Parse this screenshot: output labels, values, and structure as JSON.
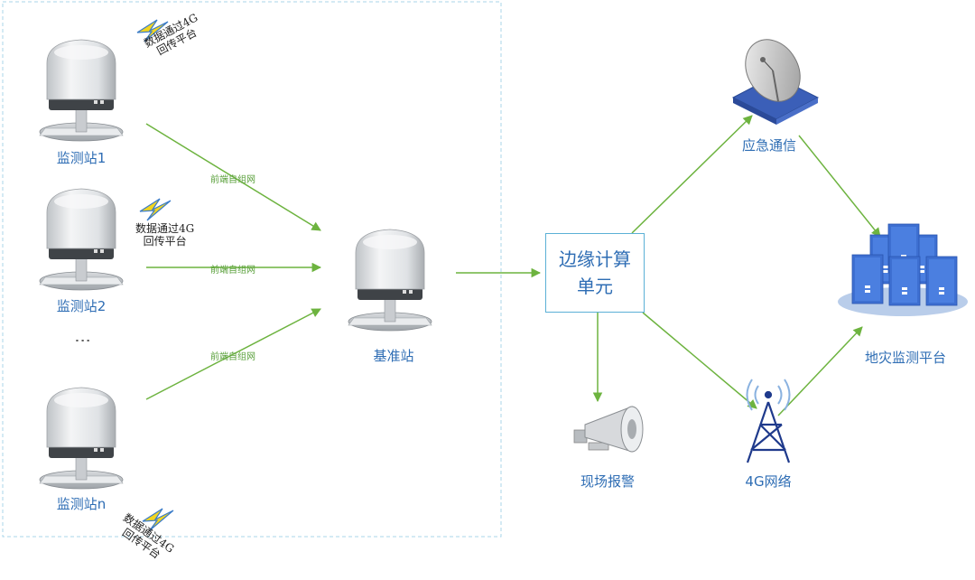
{
  "stations": {
    "s1": "监测站1",
    "s2": "监测站2",
    "sn": "监测站n",
    "ellipsis": "⋮",
    "base": "基准站"
  },
  "bolt_text": {
    "top": [
      "数据通过4G",
      "回传平台"
    ],
    "mid": [
      "数据通过4G",
      "回传平台"
    ],
    "bottom": [
      "数据通过4G",
      "回传平台"
    ]
  },
  "link_label": "前端自组网",
  "edge_unit": [
    "边缘计算",
    "单元"
  ],
  "nodes": {
    "emergency": "应急通信",
    "platform": "地灾监测平台",
    "alarm": "现场报警",
    "network": "4G网络"
  },
  "colors": {
    "arrow": "#6db33f",
    "label": "#2e6db4",
    "dashed_border": "#a9d4ea",
    "box_border": "#5bb0d6",
    "server": "#3d6fd1",
    "bolt": "#f2d520"
  }
}
